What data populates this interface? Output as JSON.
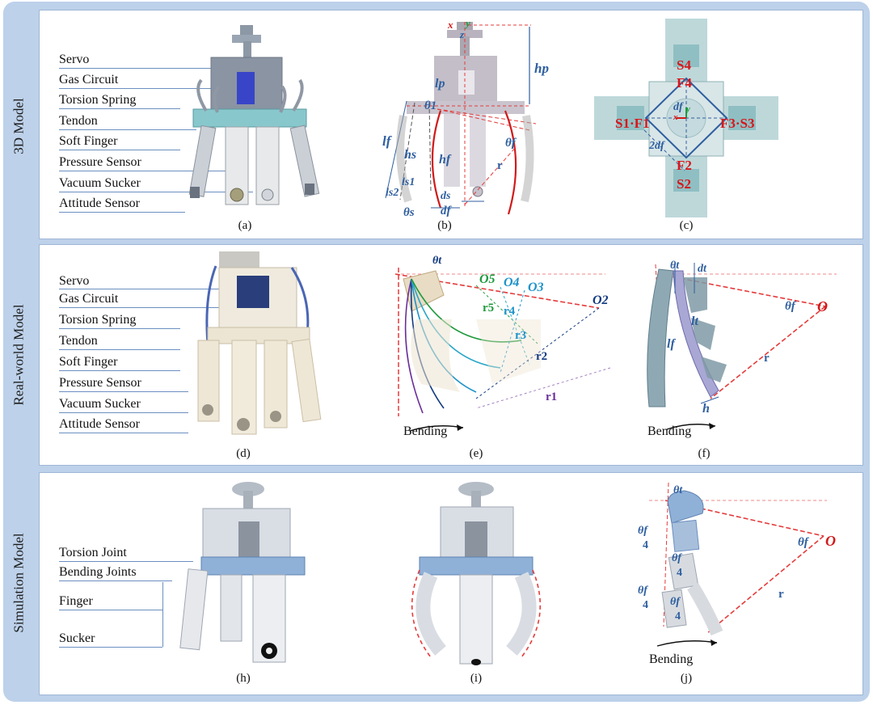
{
  "rows": [
    {
      "side_label": "3D Model"
    },
    {
      "side_label": "Real-world Model"
    },
    {
      "side_label": "Simulation Model"
    }
  ],
  "row1_labels": [
    "Servo",
    "Gas Circuit",
    "Torsion Spring",
    "Tendon",
    "Soft Finger",
    "Pressure Sensor",
    "Vacuum Sucker",
    "Attitude Sensor"
  ],
  "row2_labels": [
    "Servo",
    "Gas Circuit",
    "Torsion Spring",
    "Tendon",
    "Soft Finger",
    "Pressure Sensor",
    "Vacuum Sucker",
    "Attitude Sensor"
  ],
  "row3_labels": [
    "Torsion Joint",
    "Bending Joints",
    "Finger",
    "Sucker"
  ],
  "captions": [
    "(a)",
    "(b)",
    "(c)",
    "(d)",
    "(e)",
    "(f)",
    "(h)",
    "(i)",
    "(j)"
  ],
  "panel_b_symbols": {
    "x": "x",
    "y": "y",
    "z": "z",
    "hp": "hp",
    "lp": "lp",
    "theta1": "θ1",
    "lf": "lf",
    "hs": "hs",
    "hf": "hf",
    "thetaf": "θf",
    "r": "r",
    "ls1": "ls1",
    "ls2": "ls2",
    "thetas": "θs",
    "ds": "ds",
    "df": "df"
  },
  "panel_c_symbols": {
    "S4": "S4",
    "F4": "F4",
    "S1F1": "S1·F1",
    "F3S3": "F3·S3",
    "F2": "F2",
    "S2": "S2",
    "df": "df",
    "df2": "2df",
    "x": "x",
    "y": "y"
  },
  "panel_e_symbols": {
    "thetat": "θt",
    "O5": "O5",
    "O4": "O4",
    "O3": "O3",
    "O2": "O2",
    "r5": "r5",
    "r4": "r4",
    "r3": "r3",
    "r2": "r2",
    "r1": "r1"
  },
  "panel_f_symbols": {
    "thetat": "θt",
    "dt": "dt",
    "lf": "lf",
    "lt": "lt",
    "h": "h",
    "thetaf": "θf",
    "O": "O",
    "r": "r"
  },
  "panel_j_symbols": {
    "thetat": "θt",
    "thetaf": "θf",
    "O": "O",
    "r": "r",
    "frac_num": "θf",
    "frac_den": "4"
  },
  "bending_label": "Bending",
  "colors": {
    "frame": "#bdd1ea",
    "panel_border": "#9fb7d6",
    "leader": "#6c8fc1",
    "symbol_blue": "#2f5f9f",
    "symbol_red": "#d11a1a"
  }
}
